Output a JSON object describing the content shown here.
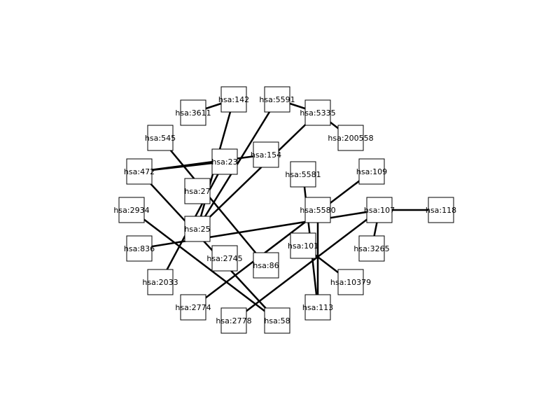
{
  "diagram": {
    "type": "network",
    "nodes": [
      {
        "id": "hsa:142",
        "label": "hsa:142"
      },
      {
        "id": "hsa:5591",
        "label": "hsa:5591"
      },
      {
        "id": "hsa:3611",
        "label": "hsa:3611"
      },
      {
        "id": "hsa:5335",
        "label": "hsa:5335"
      },
      {
        "id": "hsa:545",
        "label": "hsa:545"
      },
      {
        "id": "hsa:200558",
        "label": "hsa:200558"
      },
      {
        "id": "hsa:154",
        "label": "hsa:154"
      },
      {
        "id": "hsa:23",
        "label": "hsa:23"
      },
      {
        "id": "hsa:472",
        "label": "hsa:472"
      },
      {
        "id": "hsa:5581",
        "label": "hsa:5581"
      },
      {
        "id": "hsa:109",
        "label": "hsa:109"
      },
      {
        "id": "hsa:27",
        "label": "hsa:27"
      },
      {
        "id": "hsa:2934",
        "label": "hsa:2934"
      },
      {
        "id": "hsa:5580",
        "label": "hsa:5580"
      },
      {
        "id": "hsa:107",
        "label": "hsa:107"
      },
      {
        "id": "hsa:118",
        "label": "hsa:118"
      },
      {
        "id": "hsa:25",
        "label": "hsa:25"
      },
      {
        "id": "hsa:836",
        "label": "hsa:836"
      },
      {
        "id": "hsa:101",
        "label": "hsa:101"
      },
      {
        "id": "hsa:3265",
        "label": "hsa:3265"
      },
      {
        "id": "hsa:2745",
        "label": "hsa:2745"
      },
      {
        "id": "hsa:86",
        "label": "hsa:86"
      },
      {
        "id": "hsa:2033",
        "label": "hsa:2033"
      },
      {
        "id": "hsa:10379",
        "label": "hsa:10379"
      },
      {
        "id": "hsa:2774",
        "label": "hsa:2774"
      },
      {
        "id": "hsa:113",
        "label": "hsa:113"
      },
      {
        "id": "hsa:2778",
        "label": "hsa:2778"
      },
      {
        "id": "hsa:58",
        "label": "hsa:58"
      }
    ],
    "edges": [
      [
        "hsa:3611",
        "hsa:142"
      ],
      [
        "hsa:142",
        "hsa:25"
      ],
      [
        "hsa:5591",
        "hsa:5335"
      ],
      [
        "hsa:5335",
        "hsa:200558"
      ],
      [
        "hsa:5591",
        "hsa:25"
      ],
      [
        "hsa:5335",
        "hsa:25"
      ],
      [
        "hsa:472",
        "hsa:23"
      ],
      [
        "hsa:472",
        "hsa:154"
      ],
      [
        "hsa:545",
        "hsa:86"
      ],
      [
        "hsa:472",
        "hsa:58"
      ],
      [
        "hsa:23",
        "hsa:2033"
      ],
      [
        "hsa:2934",
        "hsa:58"
      ],
      [
        "hsa:5581",
        "hsa:113"
      ],
      [
        "hsa:109",
        "hsa:2774"
      ],
      [
        "hsa:5580",
        "hsa:113"
      ],
      [
        "hsa:836",
        "hsa:107"
      ],
      [
        "hsa:107",
        "hsa:118"
      ],
      [
        "hsa:107",
        "hsa:3265"
      ],
      [
        "hsa:107",
        "hsa:2778"
      ],
      [
        "hsa:101",
        "hsa:10379"
      ]
    ]
  }
}
